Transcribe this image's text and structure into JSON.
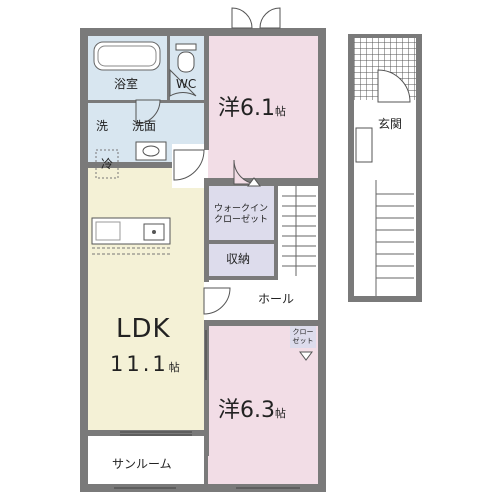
{
  "rooms": {
    "western_1": {
      "label": "洋",
      "size": "6.1",
      "unit": "帖"
    },
    "western_2": {
      "label": "洋",
      "size": "6.3",
      "unit": "帖"
    },
    "ldk": {
      "label": "LDK",
      "size": "11.1",
      "unit": "帖"
    },
    "bath": "浴室",
    "toilet": "WC",
    "wash_short": "洗",
    "washroom": "洗面",
    "fridge": "冷",
    "walk_in_closet_line1": "ウォークイン",
    "walk_in_closet_line2": "クローゼット",
    "storage": "収納",
    "hall": "ホール",
    "closet_line1": "クロー",
    "closet_line2": "ゼット",
    "sunroom": "サンルーム",
    "entrance": "玄関"
  },
  "colors": {
    "wall": "#7a7a7a",
    "western_room": "#f2dde6",
    "ldk_floor": "#f4f1d6",
    "wet_area": "#d8e6f0",
    "closet": "#dddcec",
    "neutral_floor": "#ffffff"
  }
}
